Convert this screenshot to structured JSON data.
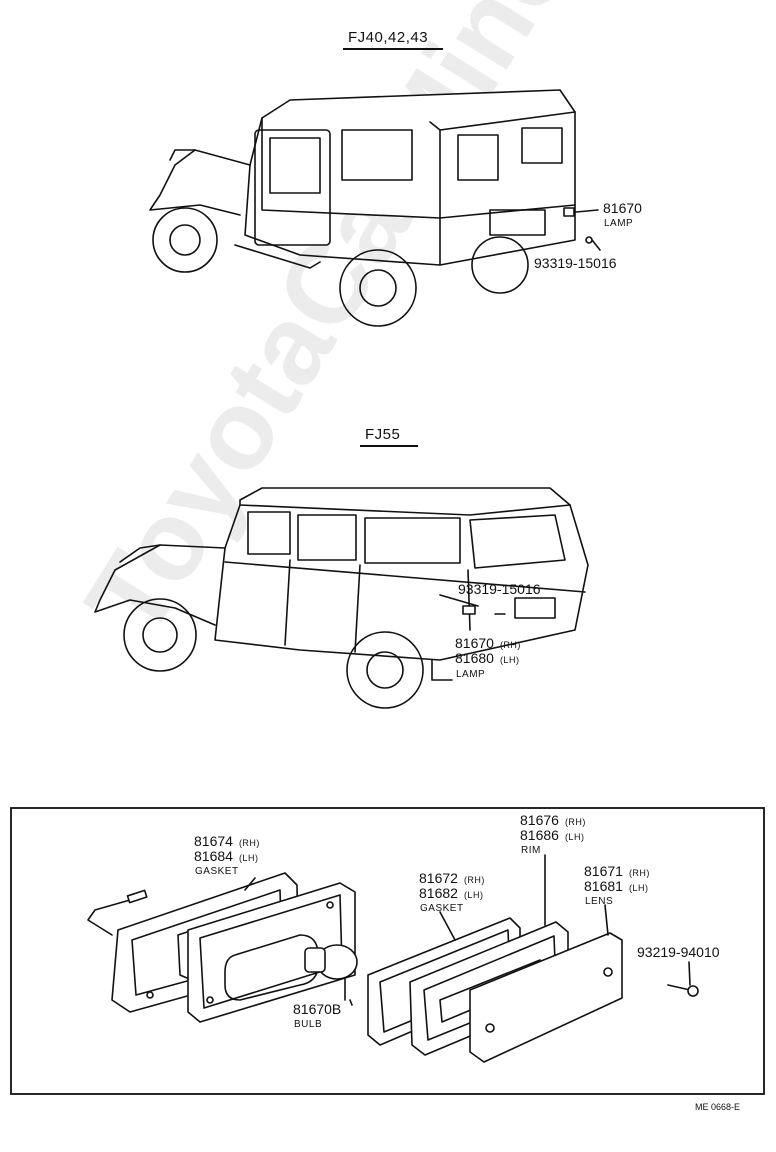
{
  "sections": {
    "top_title": "FJ40,42,43",
    "mid_title": "FJ55"
  },
  "fj40_callouts": {
    "lamp_part": "81670",
    "lamp_name": "LAMP",
    "screw_part": "93319-15016"
  },
  "fj55_callouts": {
    "screw_part": "93319-15016",
    "lamp_rh": "81670",
    "lamp_lh": "81680",
    "rh": "(RH)",
    "lh": "(LH)",
    "lamp_name": "LAMP"
  },
  "exploded": {
    "gasket1_rh": "81674",
    "gasket1_lh": "81684",
    "gasket1_name": "GASKET",
    "bulb_part": "81670B",
    "bulb_name": "BULB",
    "gasket2_rh": "81672",
    "gasket2_lh": "81682",
    "gasket2_name": "GASKET",
    "rim_rh": "81676",
    "rim_lh": "81686",
    "rim_name": "RIM",
    "lens_rh": "81671",
    "lens_lh": "81681",
    "lens_name": "LENS",
    "screw_part": "93219-94010",
    "rh": "(RH)",
    "lh": "(LH)"
  },
  "reference_code": "ME  0668-E",
  "watermark": "ToyotaCarMine.ru"
}
